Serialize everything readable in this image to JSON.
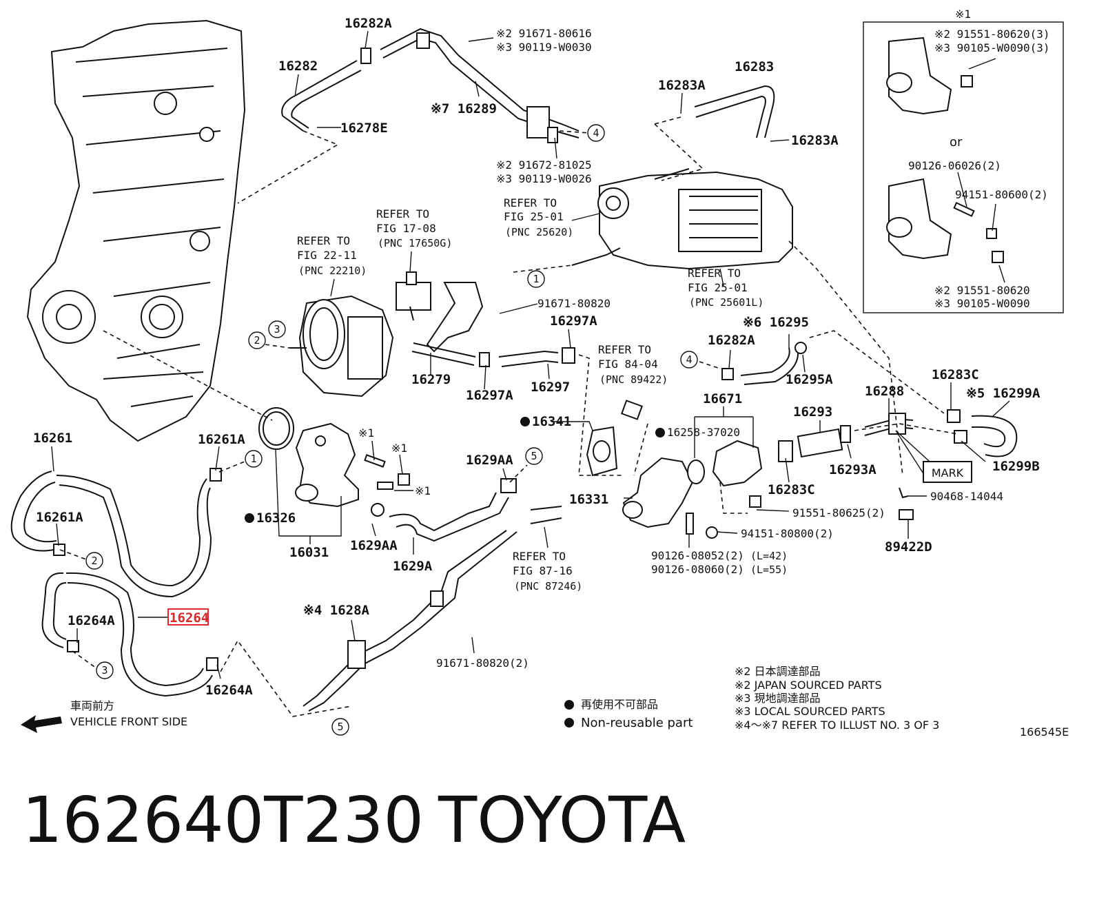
{
  "labels": {
    "p16282A": "16282A",
    "p16282": "16282",
    "p16278E": "16278E",
    "n2_91671_80616": "※2 91671-80616",
    "n3_90119_W0030": "※3 90119-W0030",
    "p16289": "※7 16289",
    "n2_91672_81025": "※2 91672-81025",
    "n3_90119_W0026": "※3 90119-W0026",
    "p16283A_top": "16283A",
    "p16283": "16283",
    "p16283A_right": "16283A",
    "refer_25_01a_1": "REFER TO",
    "refer_25_01a_2": "FIG 25-01",
    "refer_25_01a_3": "(PNC 25620)",
    "refer_25_01b_1": "REFER TO",
    "refer_25_01b_2": "FIG 25-01",
    "refer_25_01b_3": "(PNC 25601L)",
    "refer_17_08_1": "REFER TO",
    "refer_17_08_2": "FIG 17-08",
    "refer_17_08_3": "(PNC 17650G)",
    "refer_22_11_1": "REFER TO",
    "refer_22_11_2": "FIG 22-11",
    "refer_22_11_3": "(PNC 22210)",
    "p91671_80820": "91671-80820",
    "p16297A_top": "16297A",
    "p16279": "16279",
    "p16297A_bot": "16297A",
    "p16297": "16297",
    "refer_84_04_1": "REFER TO",
    "refer_84_04_2": "FIG 84-04",
    "refer_84_04_3": "(PNC 89422)",
    "p16282A_mid": "16282A",
    "p16295": "※6 16295",
    "p16295A": "16295A",
    "p16341": "16341",
    "p16258": "16258-37020",
    "p16671": "16671",
    "p16293": "16293",
    "p16288": "16288",
    "p16283C_top": "16283C",
    "p16299A": "※5 16299A",
    "p16293A": "16293A",
    "p16283C_mid": "16283C",
    "mark": "MARK",
    "p16299B": "16299B",
    "p90468": "90468-14044",
    "p91551_80625": "91551-80625(2)",
    "p16331": "16331",
    "p94151_80800": "94151-80800(2)",
    "p89422D": "89422D",
    "p90126_08052": "90126-08052(2)",
    "p90126_08052_L": "(L=42)",
    "p90126_08060": "90126-08060(2)",
    "p90126_08060_L": "(L=55)",
    "p16261": "16261",
    "p16261A_top": "16261A",
    "p16261A_mid": "16261A",
    "p16326": "16326",
    "p16031": "16031",
    "n1_a": "※1",
    "n1_b": "※1",
    "n1_c": "※1",
    "p1629AA_top": "1629AA",
    "p1629AA_bot": "1629AA",
    "p1629A": "1629A",
    "refer_87_16_1": "REFER TO",
    "refer_87_16_2": "FIG 87-16",
    "refer_87_16_3": "(PNC 87246)",
    "p16264A_left": "16264A",
    "p16264": "16264",
    "p16264A_right": "16264A",
    "p1628A": "※4 1628A",
    "p91671_80820_2": "91671-80820(2)",
    "inset_title": "※1",
    "inset_91551_80620_3": "※2 91551-80620(3)",
    "inset_90105_W0090_3": "※3 90105-W0090(3)",
    "inset_or": "or",
    "inset_90126_06026": "90126-06026(2)",
    "inset_94151_80600": "94151-80600(2)",
    "inset_91551_80620": "※2 91551-80620",
    "inset_90105_W0090": "※3 90105-W0090",
    "front_jp": "車両前方",
    "front_en": "VEHICLE FRONT SIDE",
    "legend_jp": "再使用不可部品",
    "legend_en": "Non-reusable part",
    "note_jp2": "※2  日本調達部品",
    "note_en2": "※2  JAPAN SOURCED PARTS",
    "note_jp3": "※3  現地調達部品",
    "note_en3": "※3  LOCAL SOURCED PARTS",
    "note_ref": "※4～※7  REFER TO ILLUST NO. 3 OF 3",
    "illust_no": "166545E",
    "c1": "1",
    "c2": "2",
    "c3": "3",
    "c4": "4",
    "c5": "5"
  },
  "footer": {
    "part_number": "162640T230",
    "brand": "TOYOTA"
  },
  "colors": {
    "highlight": "#e0282f",
    "ink": "#111111"
  }
}
